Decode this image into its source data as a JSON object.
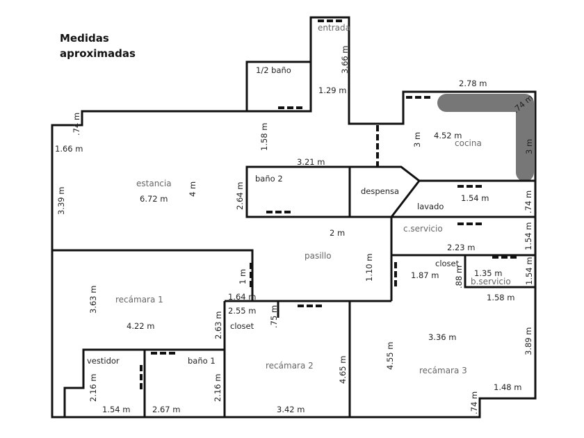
{
  "title": [
    "Medidas",
    "aproximadas"
  ],
  "colors": {
    "wall": "#111111",
    "counter": "#777777"
  },
  "rooms": {
    "entrada": "entrada",
    "medio_bano": "1/2 baño",
    "estancia": "estancia",
    "bano2": "baño 2",
    "despensa": "despensa",
    "cocina": "cocina",
    "lavado": "lavado",
    "c_servicio": "c.servicio",
    "pasillo": "pasillo",
    "closet_rec3": "closet",
    "b_servicio": "b.servicio",
    "recamara1": "recámara 1",
    "closet_rec2": "closet",
    "recamara2": "recámara 2",
    "recamara3": "recámara 3",
    "vestidor": "vestidor",
    "bano1": "baño 1"
  },
  "dims": {
    "entrada_h": "3.66 m",
    "entrada_w": "1.29 m",
    "top_step": ".74 m",
    "left_top": "1.66 m",
    "estancia_h": "3.39 m",
    "estancia_w": "6.72 m",
    "estancia_d": "4 m",
    "hall_h": "1.58 m",
    "bano2_w": "3.21 m",
    "bano2_h": "2.64 m",
    "cocina_top": "2.78 m",
    "counter_corner": ".74 m",
    "cocina_w": "4.52 m",
    "cocina_h": "3 m",
    "counter_h": "3 m",
    "lavado_w": "1.54 m",
    "lavado_h": ".74 m",
    "pasillo_w": "2 m",
    "cserv_h": "1.54 m",
    "cserv_w": "2.23 m",
    "pasillo_h": "1.10 m",
    "closet3_w": "1.87 m",
    "closet3_h": ".88 m",
    "bserv_w": "1.35 m",
    "bserv_h": "1.54 m",
    "rec1_door": "1 m",
    "rec1_h": "3.63 m",
    "rec1_w": "4.22 m",
    "rec1_step": "1.64 m",
    "closet2_w": "2.55 m",
    "closet2_h": "2.63 m",
    "closet2_d": ".75 m",
    "rec3_top": "1.58 m",
    "rec3_w": "3.36 m",
    "rec3_h": "3.89 m",
    "rec3_l": "4.55 m",
    "rec3_step": "1.48 m",
    "rec3_step_h": ".74 m",
    "rec2_h": "4.65 m",
    "rec2_w": "3.42 m",
    "vest_h": "2.16 m",
    "vest_w": "1.54 m",
    "bano1_w": "2.67 m",
    "bano1_h": "2.16 m"
  }
}
